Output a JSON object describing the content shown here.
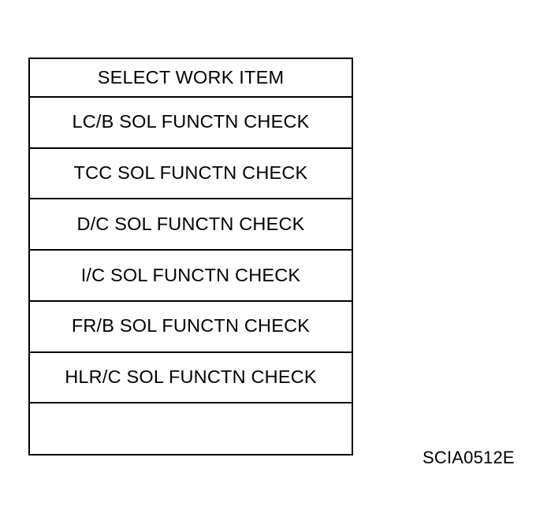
{
  "figure": {
    "caption": "SCIA0512E",
    "panel": {
      "header": "SELECT WORK ITEM",
      "items": [
        {
          "label": "LC/B SOL FUNCTN CHECK"
        },
        {
          "label": "TCC SOL FUNCTN CHECK"
        },
        {
          "label": "D/C SOL FUNCTN CHECK"
        },
        {
          "label": "I/C SOL FUNCTN CHECK"
        },
        {
          "label": "FR/B SOL FUNCTN CHECK"
        },
        {
          "label": "HLR/C SOL FUNCTN CHECK"
        }
      ],
      "blank_row": ""
    },
    "colors": {
      "line": "#000000",
      "background": "#ffffff",
      "text": "#000000"
    }
  }
}
